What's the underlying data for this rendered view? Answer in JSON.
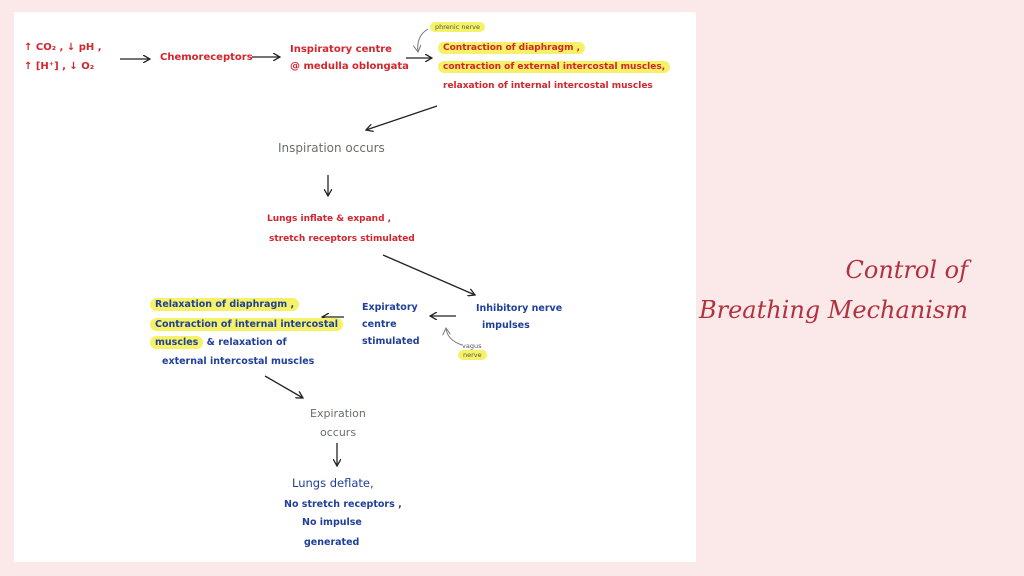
{
  "title": {
    "line1": "Control of",
    "line2": "Breathing Mechanism"
  },
  "flow": {
    "stimuli_line1": "↑ CO₂ , ↓ pH ,",
    "stimuli_line2": "↑ [H⁺] , ↓ O₂",
    "chemoreceptors": "Chemoreceptors",
    "inspiratory_line1": "Inspiratory centre",
    "inspiratory_line2": "@ medulla oblongata",
    "phrenic_nerve": "phrenic nerve",
    "insp_effect_1": "Contraction of diaphragm ,",
    "insp_effect_2": "contraction of external intercostal muscles,",
    "insp_effect_3": "relaxation of internal intercostal muscles",
    "inspiration": "Inspiration occurs",
    "lungs_inflate_1": "Lungs inflate & expand ,",
    "lungs_inflate_2": "stretch receptors stimulated",
    "inhibitory_1": "Inhibitory nerve",
    "inhibitory_2": "impulses",
    "vagus_1": "vagus",
    "vagus_2": "nerve",
    "expiratory_1": "Expiratory",
    "expiratory_2": "centre",
    "expiratory_3": "stimulated",
    "exp_effect_1": "Relaxation of diaphragm ,",
    "exp_effect_2": "Contraction of internal intercostal",
    "exp_effect_3a": "muscles",
    "exp_effect_3b": "& relaxation of",
    "exp_effect_4": "external intercostal muscles",
    "expiration_1": "Expiration",
    "expiration_2": "occurs",
    "deflate_1": "Lungs deflate,",
    "deflate_2": "No stretch receptors ,",
    "deflate_3": "No impulse",
    "deflate_4": "generated"
  },
  "colors": {
    "background": "#fbe9ea",
    "sheet": "#ffffff",
    "inspiration_text": "#d4242c",
    "expiration_text": "#1f3f9a",
    "outcome_text": "#6a6f6a",
    "highlight": "#f5f267",
    "title": "#b2313f"
  }
}
